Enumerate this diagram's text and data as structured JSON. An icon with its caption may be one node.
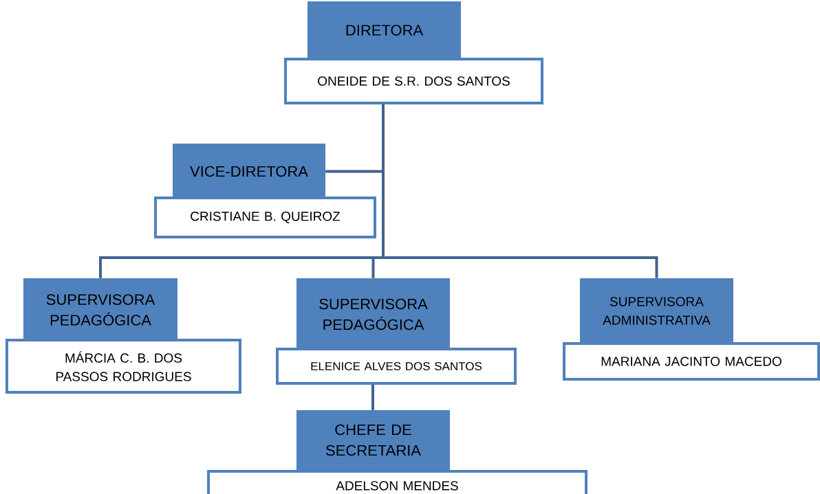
{
  "diagram": {
    "nodes": [
      {
        "text": [
          "DIRETORA"
        ]
      },
      {
        "text": [
          "ONEIDE DE S.R. DOS SANTOS"
        ]
      },
      {
        "text": [
          "VICE-DIRETORA"
        ]
      },
      {
        "text": [
          "CRISTIANE B. QUEIROZ"
        ]
      },
      {
        "text": [
          "SUPERVISORA PEDAGÓGICA"
        ]
      },
      {
        "text": [
          "MÁRCIA C. B. DOS PASSOS RODRIGUES"
        ]
      },
      {
        "text": [
          "SUPERVISORA PEDAGÓGICA"
        ]
      },
      {
        "text": [
          "ELENICE ALVES DOS SANTOS"
        ]
      },
      {
        "text": [
          "SUPERVISORA ADMINISTRATIVA"
        ]
      },
      {
        "text": [
          "MARIANA JACINTO MACEDO"
        ]
      },
      {
        "text": [
          "CHEFE DE SECRETARIA"
        ]
      },
      {
        "text": [
          "ADELSON MENDES"
        ]
      }
    ],
    "edges": [
      {
        "from": 1,
        "to": 2,
        "arrow": "none"
      },
      {
        "from": 1,
        "to": 4,
        "arrow": "none"
      },
      {
        "from": 1,
        "to": 6,
        "arrow": "none"
      },
      {
        "from": 1,
        "to": 8,
        "arrow": "none"
      },
      {
        "from": 7,
        "to": 10,
        "arrow": "none"
      }
    ]
  }
}
